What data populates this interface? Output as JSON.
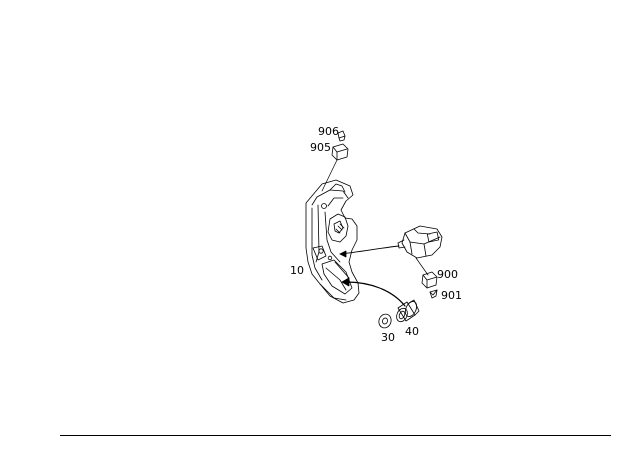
{
  "parts": [
    {
      "id": "906",
      "label": "906"
    },
    {
      "id": "905",
      "label": "905"
    },
    {
      "id": "10",
      "label": "10"
    },
    {
      "id": "900",
      "label": "900"
    },
    {
      "id": "901",
      "label": "901"
    },
    {
      "id": "30",
      "label": "30"
    },
    {
      "id": "40",
      "label": "40"
    }
  ],
  "colors": {
    "line": "#000000",
    "background": "#ffffff"
  }
}
